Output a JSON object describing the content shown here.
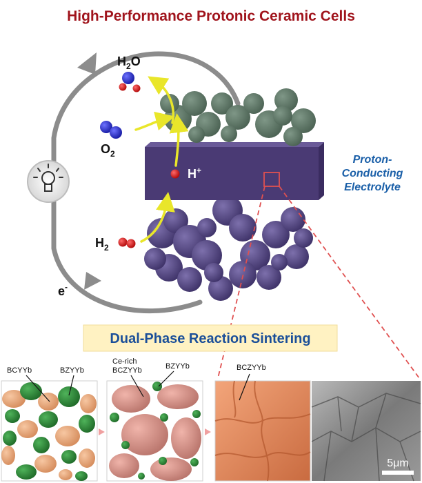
{
  "title": "High-Performance Protonic Ceramic Cells",
  "labels": {
    "h2o": "H",
    "h2o_sub": "2",
    "h2o_tail": "O",
    "o2": "O",
    "o2_sub": "2",
    "hplus": "H",
    "hplus_sup": "+",
    "h2": "H",
    "h2_sub": "2",
    "electron": "e",
    "electron_sup": "-",
    "electrolyte_line1": "Proton-",
    "electrolyte_line2": "Conducting",
    "electrolyte_line3": "Electrolyte"
  },
  "banner": "Dual-Phase Reaction Sintering",
  "panels": {
    "p1_label_a": "BCYYb",
    "p1_label_b": "BZYYb",
    "p2_label_a_line1": "Ce-rich",
    "p2_label_a_line2": "BCZYYb",
    "p2_label_b": "BZYYb",
    "p3_label": "BCZYYb",
    "scale_bar": "5μm"
  },
  "colors": {
    "title": "#a0141c",
    "electrolyte": "#4a3a74",
    "anode": "#5a4b8a",
    "cathode": "#5d7565",
    "electrolyte_text": "#1a5fa8",
    "banner_bg": "#fff2c2",
    "banner_text": "#1b4f99",
    "arrow_yellow": "#e9e62a",
    "circuit": "#888888",
    "bcyyb": "#e9a57a",
    "bzyyb": "#2f8a3c",
    "ce_rich": "#d9928a",
    "bczyyb_dense": "#e5865a"
  }
}
